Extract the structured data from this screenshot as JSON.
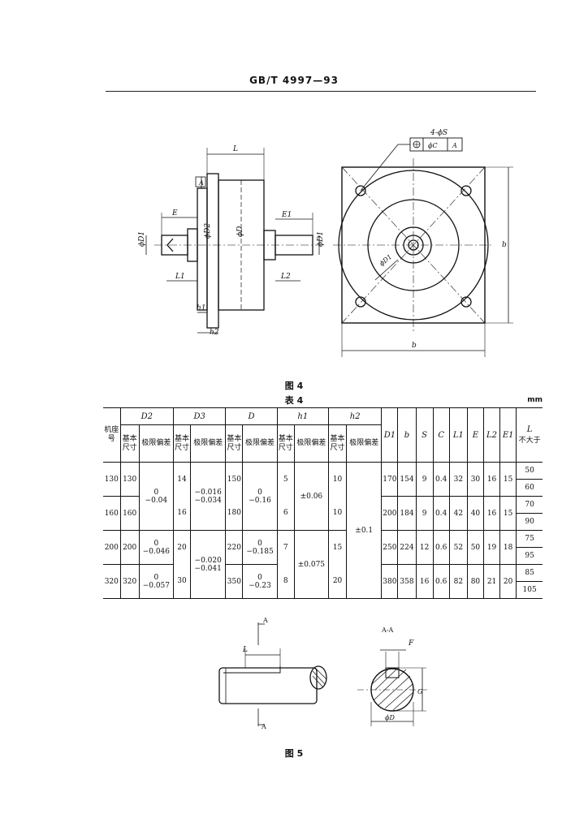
{
  "header": {
    "standard": "GB/T 4997—93"
  },
  "figure4": {
    "caption": "图 4",
    "labels": {
      "L": "L",
      "E": "E",
      "E1": "E1",
      "D1_left": "ϕD1",
      "D2": "ϕD2",
      "D": "ϕD",
      "D1_right": "ϕD1",
      "L1": "L1",
      "L2": "L2",
      "h1": "h1",
      "h2": "h2",
      "tol_name": "4-ϕS",
      "tol_val": "ϕC",
      "tol_datum": "A",
      "D1_center": "ϕD1",
      "b_right": "b",
      "b_bottom": "b",
      "datum_A": "A"
    }
  },
  "table4": {
    "title": "表 4",
    "unit": "mm",
    "headers": {
      "frame": "机座号",
      "D2": "D2",
      "D3": "D3",
      "D": "D",
      "h1": "h1",
      "h2": "h2",
      "D1": "D1",
      "b": "b",
      "S": "S",
      "C": "C",
      "L1": "L1",
      "E": "E",
      "L2": "L2",
      "E1": "E1",
      "L": "L",
      "L_note": "不大于",
      "basic": "基本尺寸",
      "limit": "极限偏差"
    },
    "rows": [
      {
        "frame": "130",
        "D2": "130",
        "D3": "14",
        "D": "150",
        "h1": "5",
        "h2": "10",
        "D1": "170",
        "b": "154",
        "S": "9",
        "C": "0.4",
        "L1": "32",
        "E": "30",
        "L2": "16",
        "E1": "15",
        "L_a": "50",
        "L_b": "60"
      },
      {
        "frame": "160",
        "D2": "160",
        "D3": "16",
        "D": "180",
        "h1": "6",
        "h2": "10",
        "D1": "200",
        "b": "184",
        "S": "9",
        "C": "0.4",
        "L1": "42",
        "E": "40",
        "L2": "16",
        "E1": "15",
        "L_a": "70",
        "L_b": "90"
      },
      {
        "frame": "200",
        "D2": "200",
        "D3": "20",
        "D": "220",
        "h1": "7",
        "h2": "15",
        "D1": "250",
        "b": "224",
        "S": "12",
        "C": "0.6",
        "L1": "52",
        "E": "50",
        "L2": "19",
        "E1": "18",
        "L_a": "75",
        "L_b": "95"
      },
      {
        "frame": "320",
        "D2": "320",
        "D3": "30",
        "D": "350",
        "h1": "8",
        "h2": "20",
        "D1": "380",
        "b": "358",
        "S": "16",
        "C": "0.6",
        "L1": "82",
        "E": "80",
        "L2": "21",
        "E1": "20",
        "L_a": "85",
        "L_b": "105"
      }
    ],
    "tolerances": {
      "D2_a": [
        "0",
        "−0.04"
      ],
      "D2_b": [
        "0",
        "−0.046"
      ],
      "D2_c": [
        "0",
        "−0.057"
      ],
      "D3_a": [
        "−0.016",
        "−0.034"
      ],
      "D3_b": [
        "−0.020",
        "−0.041"
      ],
      "D_a": [
        "0",
        "−0.16"
      ],
      "D_b": [
        "0",
        "−0.185"
      ],
      "D_c": [
        "0",
        "−0.23"
      ],
      "h1_a": "±0.06",
      "h1_b": "±0.075",
      "h2_all": "±0.1"
    }
  },
  "figure5": {
    "caption": "图 5",
    "labels": {
      "A_top": "A",
      "L": "L",
      "A_bottom": "A",
      "section": "A-A",
      "F": "F",
      "G": "G",
      "D": "ϕD"
    }
  }
}
